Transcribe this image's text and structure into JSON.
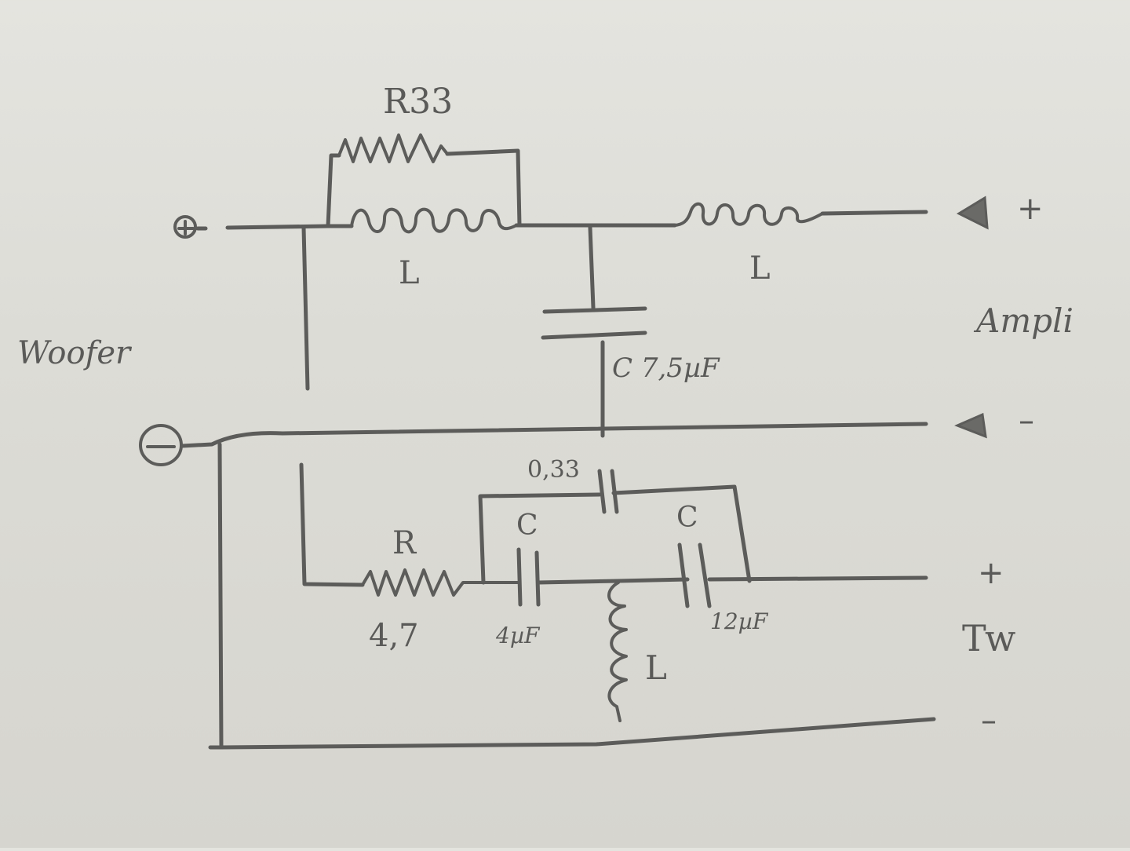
{
  "diagram": {
    "type": "hand-drawn crossover circuit schematic",
    "labels": {
      "resistor_top": "R33",
      "inductor_1": "L",
      "inductor_2": "L",
      "capacitor_main": "C 7,5µF",
      "amplifier": "Ampli",
      "amp_plus": "+",
      "amp_minus": "–",
      "woofer": "Woofer",
      "woofer_plus": "⊕",
      "woofer_minus": "⊖",
      "cap_bypass": "0,33",
      "cap_a_symbol": "C",
      "cap_b_symbol": "C",
      "resistor_tw_symbol": "R",
      "resistor_tw_value": "4,7",
      "cap_a_value": "4µF",
      "cap_b_value": "12µF",
      "inductor_3": "L",
      "tweeter": "Tw",
      "tw_plus": "+",
      "tw_minus": "–"
    },
    "components": [
      {
        "id": "R33",
        "kind": "resistor",
        "value": "R33",
        "connection": "parallel with woofer series inductor L"
      },
      {
        "id": "L1",
        "kind": "inductor",
        "value": "L",
        "connection": "series, woofer + line"
      },
      {
        "id": "L2",
        "kind": "inductor",
        "value": "L",
        "connection": "series, amp + line"
      },
      {
        "id": "C1",
        "kind": "capacitor",
        "value": "7,5µF",
        "connection": "shunt between + line and – line"
      },
      {
        "id": "R1",
        "kind": "resistor",
        "value": "4,7",
        "connection": "series, tweeter branch"
      },
      {
        "id": "C2",
        "kind": "capacitor",
        "value": "4µF",
        "connection": "series, tweeter branch"
      },
      {
        "id": "C3",
        "kind": "capacitor",
        "value": "12µF",
        "connection": "series, tweeter branch"
      },
      {
        "id": "C4",
        "kind": "capacitor",
        "value": "0,33",
        "connection": "bypass across C2 and C3"
      },
      {
        "id": "L3",
        "kind": "inductor",
        "value": "L",
        "connection": "shunt to tweeter – line"
      }
    ],
    "terminals": [
      "Woofer +",
      "Woofer –",
      "Ampli +",
      "Ampli –",
      "Tw +",
      "Tw –"
    ]
  }
}
